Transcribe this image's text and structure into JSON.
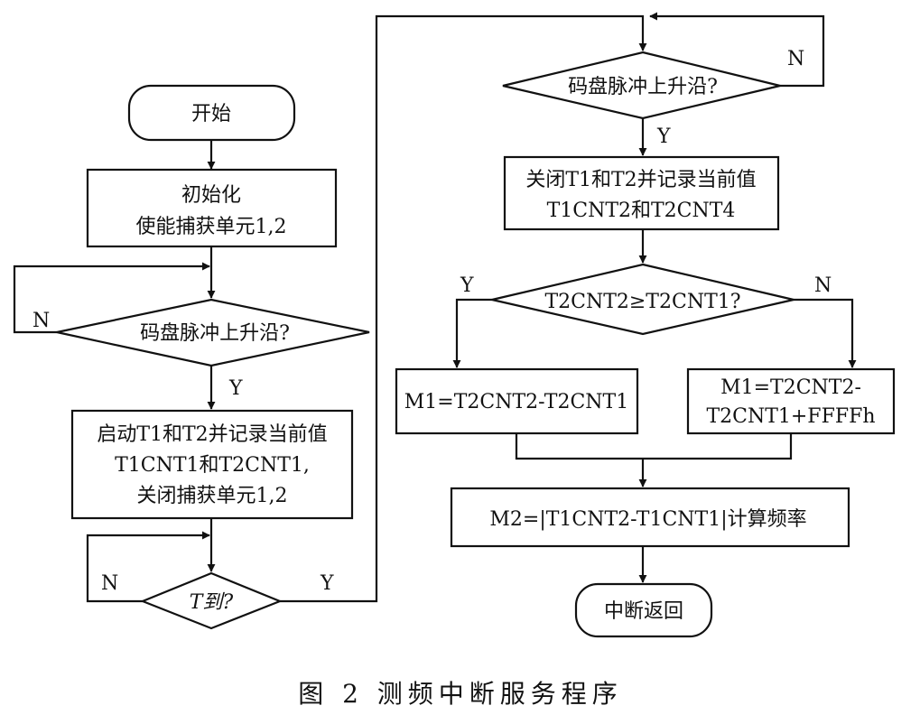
{
  "nodes": {
    "start": "开始",
    "init": [
      "初始化",
      "使能捕获单元1,2"
    ],
    "d1": "码盘脉冲上升沿?",
    "p2": [
      "启动T1和T2并记录当前值",
      "T1CNT1和T2CNT1,",
      "关闭捕获单元1,2"
    ],
    "d2": "T到?",
    "d3": "码盘脉冲上升沿?",
    "p3": [
      "关闭T1和T2并记录当前值",
      "T1CNT2和T2CNT4"
    ],
    "d4": "T2CNT2≥T2CNT1?",
    "m1a": "M1=T2CNT2-T2CNT1",
    "m1b": [
      "M1=T2CNT2-",
      "T2CNT1+FFFFh"
    ],
    "m2": "M2=|T1CNT2-T1CNT1|计算频率",
    "end": "中断返回"
  },
  "labels": {
    "y": "Y",
    "n": "N"
  },
  "caption": "图 2 测频中断服务程序"
}
